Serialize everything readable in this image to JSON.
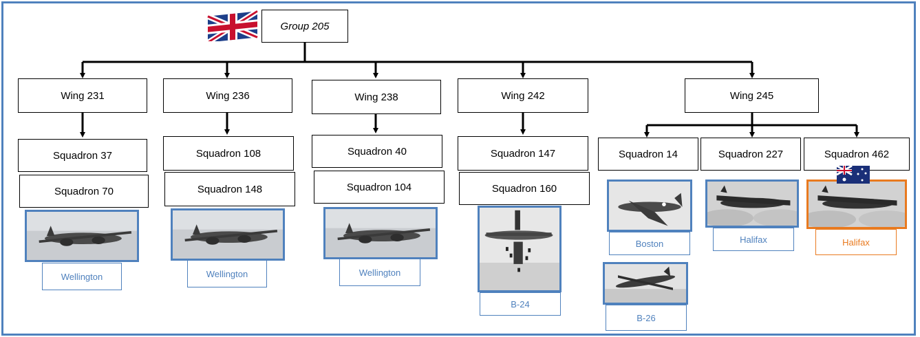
{
  "group": "Group 205",
  "wings": [
    {
      "label": "Wing 231",
      "squadrons": [
        "Squadron 37",
        "Squadron 70"
      ],
      "aircraft": [
        "Wellington"
      ]
    },
    {
      "label": "Wing 236",
      "squadrons": [
        "Squadron 108",
        "Squadron 148"
      ],
      "aircraft": [
        "Wellington"
      ]
    },
    {
      "label": "Wing 238",
      "squadrons": [
        "Squadron 40",
        "Squadron 104"
      ],
      "aircraft": [
        "Wellington"
      ]
    },
    {
      "label": "Wing 242",
      "squadrons": [
        "Squadron 147",
        "Squadron 160"
      ],
      "aircraft": [
        "B-24"
      ]
    },
    {
      "label": "Wing 245",
      "squadrons": [
        "Squadron 14",
        "Squadron 227",
        "Squadron 462"
      ],
      "aircraft": [
        "Boston",
        "B-26",
        "Halifax",
        "Halifax"
      ]
    }
  ],
  "icons": {
    "group_flag": "union-jack-flag-icon",
    "squadron_462_flag": "australian-flag-icon"
  },
  "colors": {
    "frame": "#4f81bd",
    "caption": "#4f81bd",
    "highlight": "#e97a1f"
  }
}
